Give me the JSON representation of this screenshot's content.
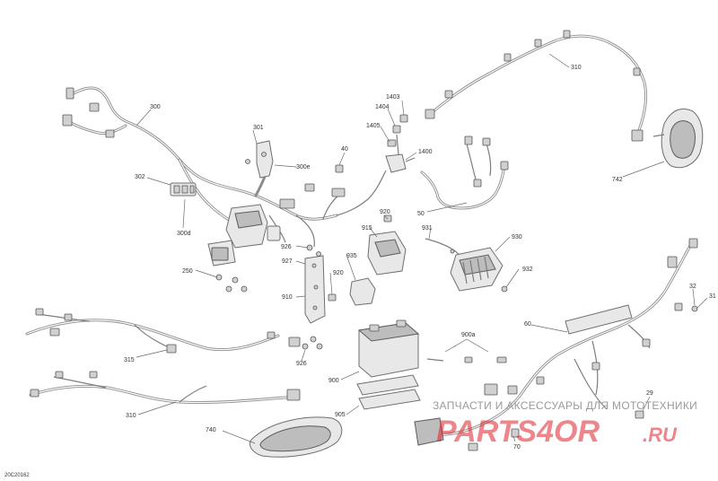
{
  "diagram": {
    "drawing_code": "20C20162",
    "callouts": [
      {
        "id": "c300",
        "text": "300"
      },
      {
        "id": "c301",
        "text": "301"
      },
      {
        "id": "c300e",
        "text": "300e"
      },
      {
        "id": "c302",
        "text": "302"
      },
      {
        "id": "c300d",
        "text": "300d"
      },
      {
        "id": "c250",
        "text": "250"
      },
      {
        "id": "c40",
        "text": "40"
      },
      {
        "id": "c1403",
        "text": "1403"
      },
      {
        "id": "c1404",
        "text": "1404"
      },
      {
        "id": "c1405",
        "text": "1405"
      },
      {
        "id": "c1400",
        "text": "1400"
      },
      {
        "id": "c310a",
        "text": "310"
      },
      {
        "id": "c742",
        "text": "742"
      },
      {
        "id": "c50",
        "text": "50"
      },
      {
        "id": "c920a",
        "text": "920"
      },
      {
        "id": "c915",
        "text": "915"
      },
      {
        "id": "c926a",
        "text": "926"
      },
      {
        "id": "c927",
        "text": "927"
      },
      {
        "id": "c935",
        "text": "935"
      },
      {
        "id": "c920b",
        "text": "920"
      },
      {
        "id": "c910",
        "text": "910"
      },
      {
        "id": "c926b",
        "text": "926"
      },
      {
        "id": "c931",
        "text": "931"
      },
      {
        "id": "c930",
        "text": "930"
      },
      {
        "id": "c932",
        "text": "932"
      },
      {
        "id": "c900a",
        "text": "900a"
      },
      {
        "id": "c900",
        "text": "900"
      },
      {
        "id": "c905",
        "text": "905"
      },
      {
        "id": "c315",
        "text": "315"
      },
      {
        "id": "c310b",
        "text": "310"
      },
      {
        "id": "c740",
        "text": "740"
      },
      {
        "id": "c60",
        "text": "60"
      },
      {
        "id": "c32",
        "text": "32"
      },
      {
        "id": "c31",
        "text": "31"
      },
      {
        "id": "c29",
        "text": "29"
      },
      {
        "id": "c70",
        "text": "70"
      }
    ]
  },
  "watermark": {
    "tagline": "ЗАПЧАСТИ И АКСЕССУАРЫ ДЛЯ МОТОТЕХНИКИ",
    "logo_main": "PARTS4OR",
    "logo_suffix": ".RU",
    "brand_color": "#e0202a"
  }
}
